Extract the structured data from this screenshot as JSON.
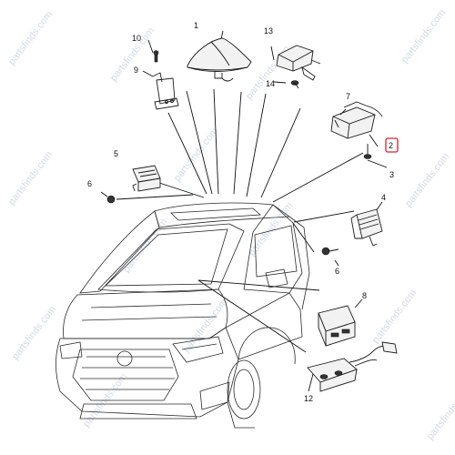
{
  "watermark": "partsfinds.com",
  "callouts": {
    "c1": "1",
    "c2": "2",
    "c3": "3",
    "c4": "4",
    "c5": "5",
    "c6a": "6",
    "c6b": "6",
    "c7": "7",
    "c8": "8",
    "c9": "9",
    "c10": "10",
    "c12": "12",
    "c13": "13",
    "c14": "14"
  },
  "highlight_color": "#e0202a"
}
